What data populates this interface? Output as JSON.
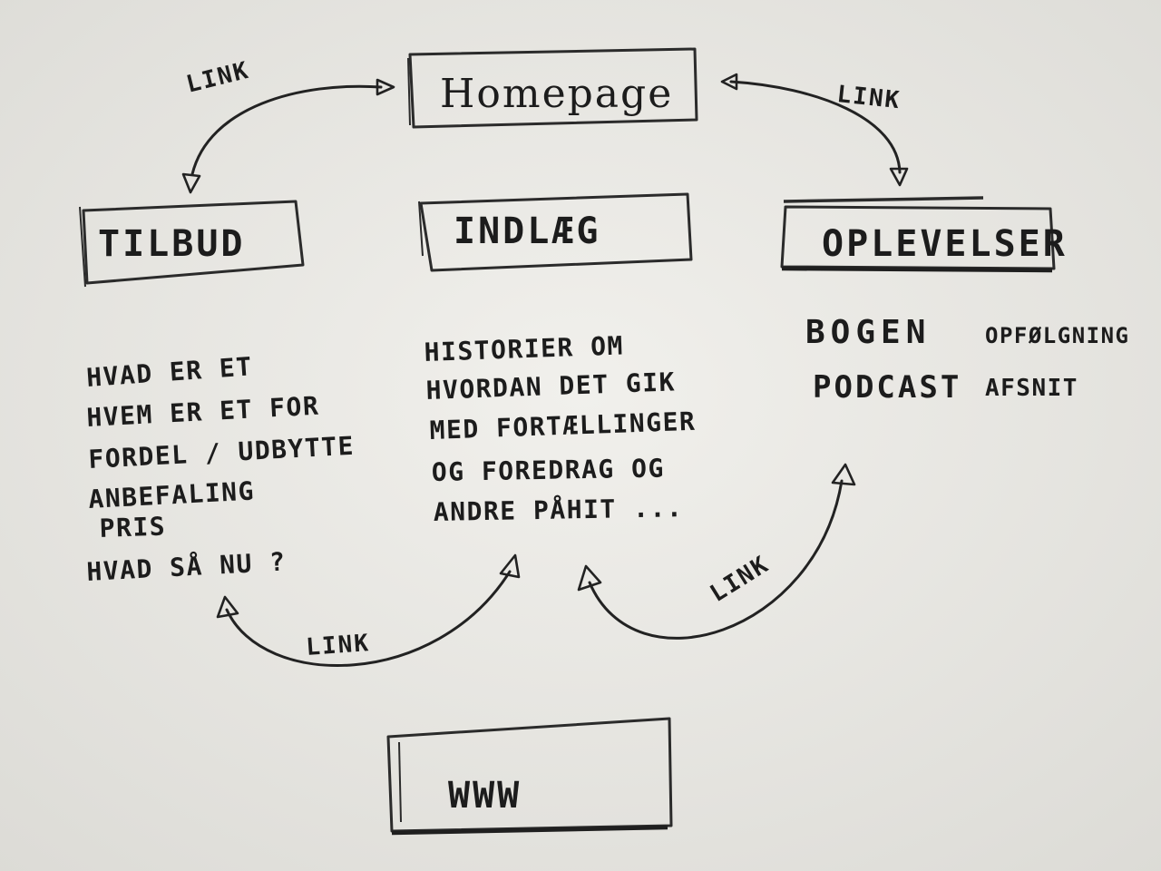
{
  "nodes": {
    "homepage": "Homepage",
    "tilbud": "TILBUD",
    "indlaeg": "INDLÆG",
    "oplevelser": "OPLEVELSER",
    "www": "WWW"
  },
  "tilbud_notes": [
    "HVAD ER ET",
    "HVEM ER ET FOR",
    "FORDEL / UDBYTTE",
    "ANBEFALING",
    "PRIS",
    "HVAD SÅ NU ?"
  ],
  "indlaeg_notes": [
    "HISTORIER OM",
    "HVORDAN DET GIK",
    "MED FORTÆLLINGER",
    "OG FOREDRAG OG",
    "ANDRE PÅHIT ..."
  ],
  "oplevelser_notes": {
    "line1_a": "BOGEN",
    "line1_b": "OPFØLGNING",
    "line2_a": "PODCAST",
    "line2_b": "AFSNIT"
  },
  "links": {
    "home_tilbud": "LINK",
    "home_oplevelser": "LINK",
    "tilbud_indlaeg": "LINK",
    "indlaeg_oplevelser": "LINK"
  }
}
